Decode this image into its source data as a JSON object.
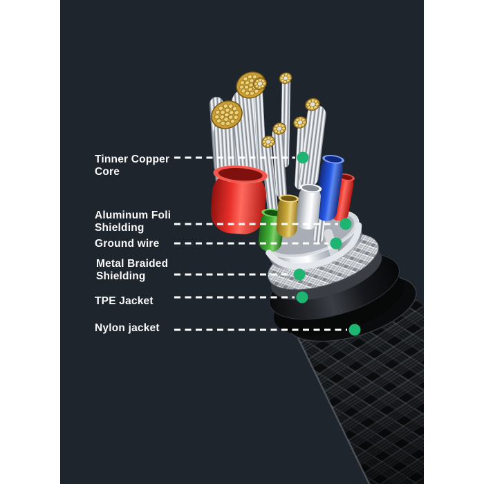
{
  "illustration": {
    "name": "cable-cutaway-render"
  },
  "colors": {
    "background": "#1f252d",
    "side_bars": "#ffffff",
    "label_text": "#fafafa",
    "connector_line": "#ffffff",
    "indicator_dot": "#1eb572",
    "wire_red": "#e8302a",
    "wire_green": "#3fae3b",
    "wire_yellow": "#c9a83e",
    "wire_white": "#f2f3f5",
    "wire_blue": "#2356e0",
    "copper_gold": "#d9b44a",
    "foil_silver": "#d6dade",
    "jacket_black": "#111316"
  },
  "labels": [
    {
      "text": "Tinner Copper\nCore"
    },
    {
      "text": "Aluminum Foli\nShielding"
    },
    {
      "text": "Ground wire"
    },
    {
      "text": "Metal Braided\nShielding"
    },
    {
      "text": "TPE Jacket"
    },
    {
      "text": "Nylon jacket"
    }
  ]
}
